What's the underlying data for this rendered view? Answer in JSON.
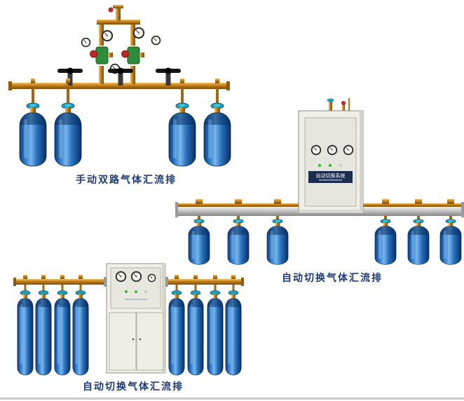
{
  "products": [
    {
      "id": "manual-dual-manifold",
      "caption": "手动双路气体汇流排"
    },
    {
      "id": "auto-switch-manifold-wall",
      "caption": "自动切换气体汇流排",
      "cabinet_label": "自动切换系统"
    },
    {
      "id": "auto-switch-manifold-cabinet",
      "caption": "自动切换气体汇流排"
    }
  ],
  "colors": {
    "cylinder_blue": "#2f7fd0",
    "cylinder_dark": "#0a3263",
    "brass": "#c27c16",
    "valve_teal": "#1d9db8",
    "regulator_green": "#2e8b3a",
    "caption_text": "#1e3a75",
    "cabinet_body": "#efefe8",
    "label_strip": "#1c2c50"
  }
}
